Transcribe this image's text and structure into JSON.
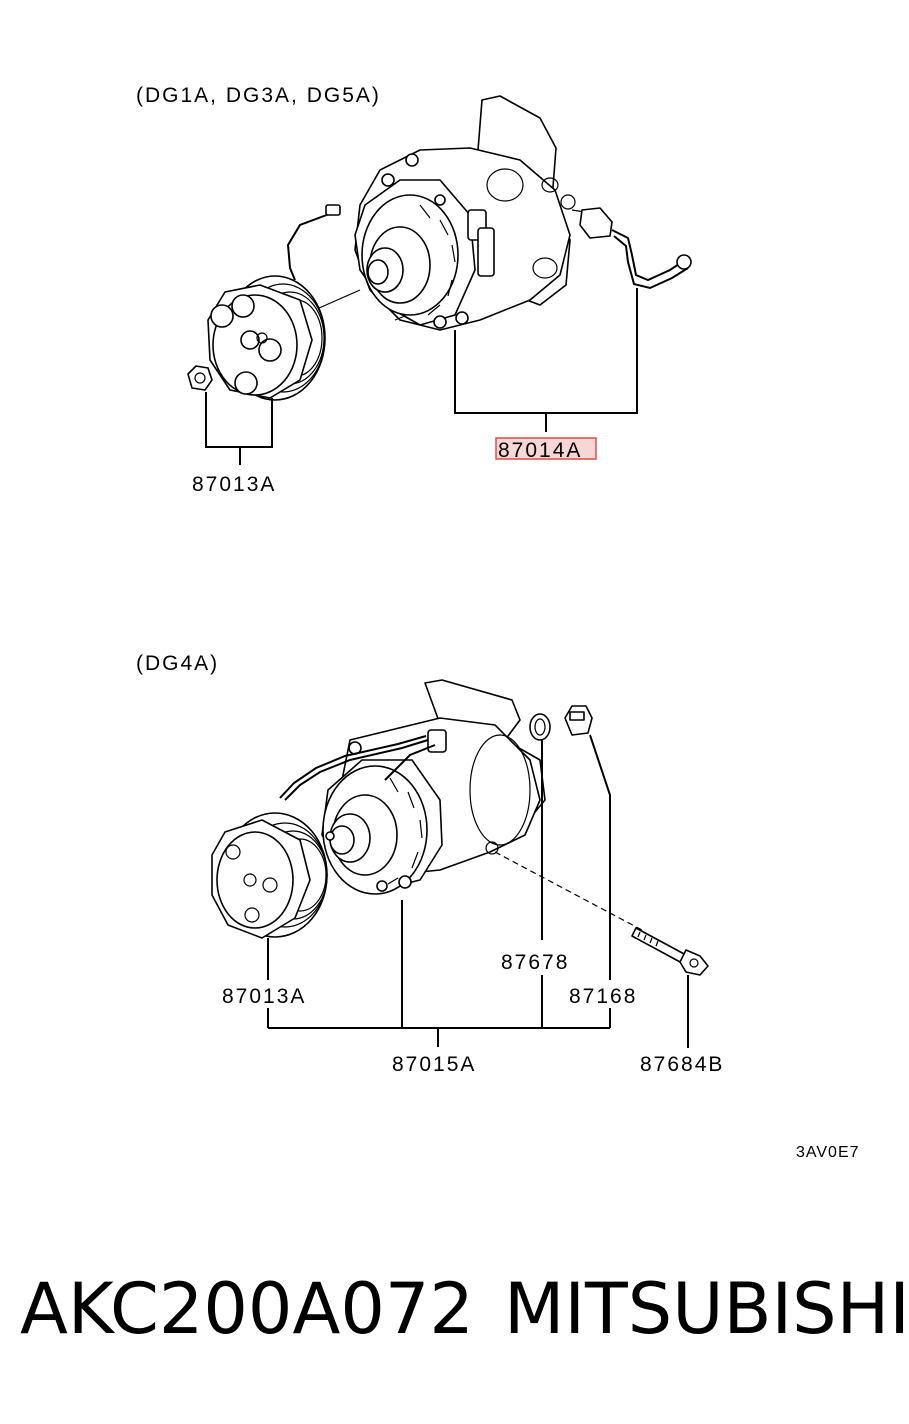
{
  "diagram": {
    "top_group": {
      "variant_label": "(DG1A, DG3A, DG5A)",
      "parts": {
        "clutch": "87013A",
        "compressor": "87014A"
      }
    },
    "bottom_group": {
      "variant_label": "(DG4A)",
      "parts": {
        "clutch": "87013A",
        "compressor": "87015A",
        "o_ring": "87678",
        "valve": "87168",
        "bolt": "87684B"
      }
    },
    "figure_code": "3AV0E7"
  },
  "caption": {
    "part_number": "AKC200A072",
    "brand": "MITSUBISHI"
  },
  "highlight_color": "#e04a4a"
}
